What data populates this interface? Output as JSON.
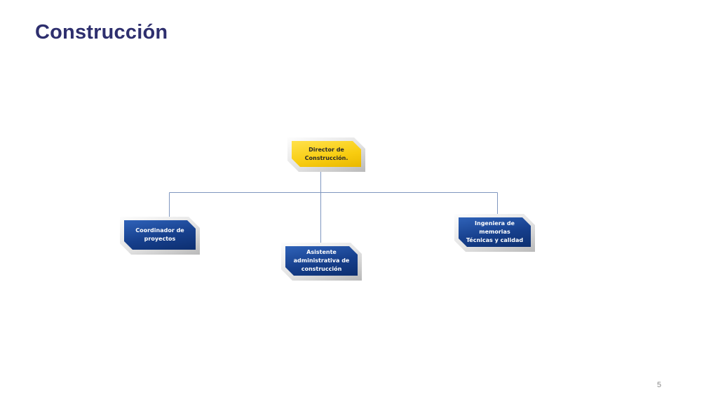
{
  "slide": {
    "title": "Construcción",
    "page_number": "5"
  },
  "org_chart": {
    "root": {
      "label": "Director de\nConstrucción.",
      "color": "#f8cc10"
    },
    "children": [
      {
        "label": "Coordinador de\nproyectos",
        "color": "#163f8c"
      },
      {
        "label": "Asistente\nadministrativa de\nconstrucción",
        "color": "#163f8c"
      },
      {
        "label": "Ingeniera de memorias\nTécnicas y calidad",
        "color": "#163f8c"
      }
    ],
    "connector_color": "#7f96bf"
  }
}
